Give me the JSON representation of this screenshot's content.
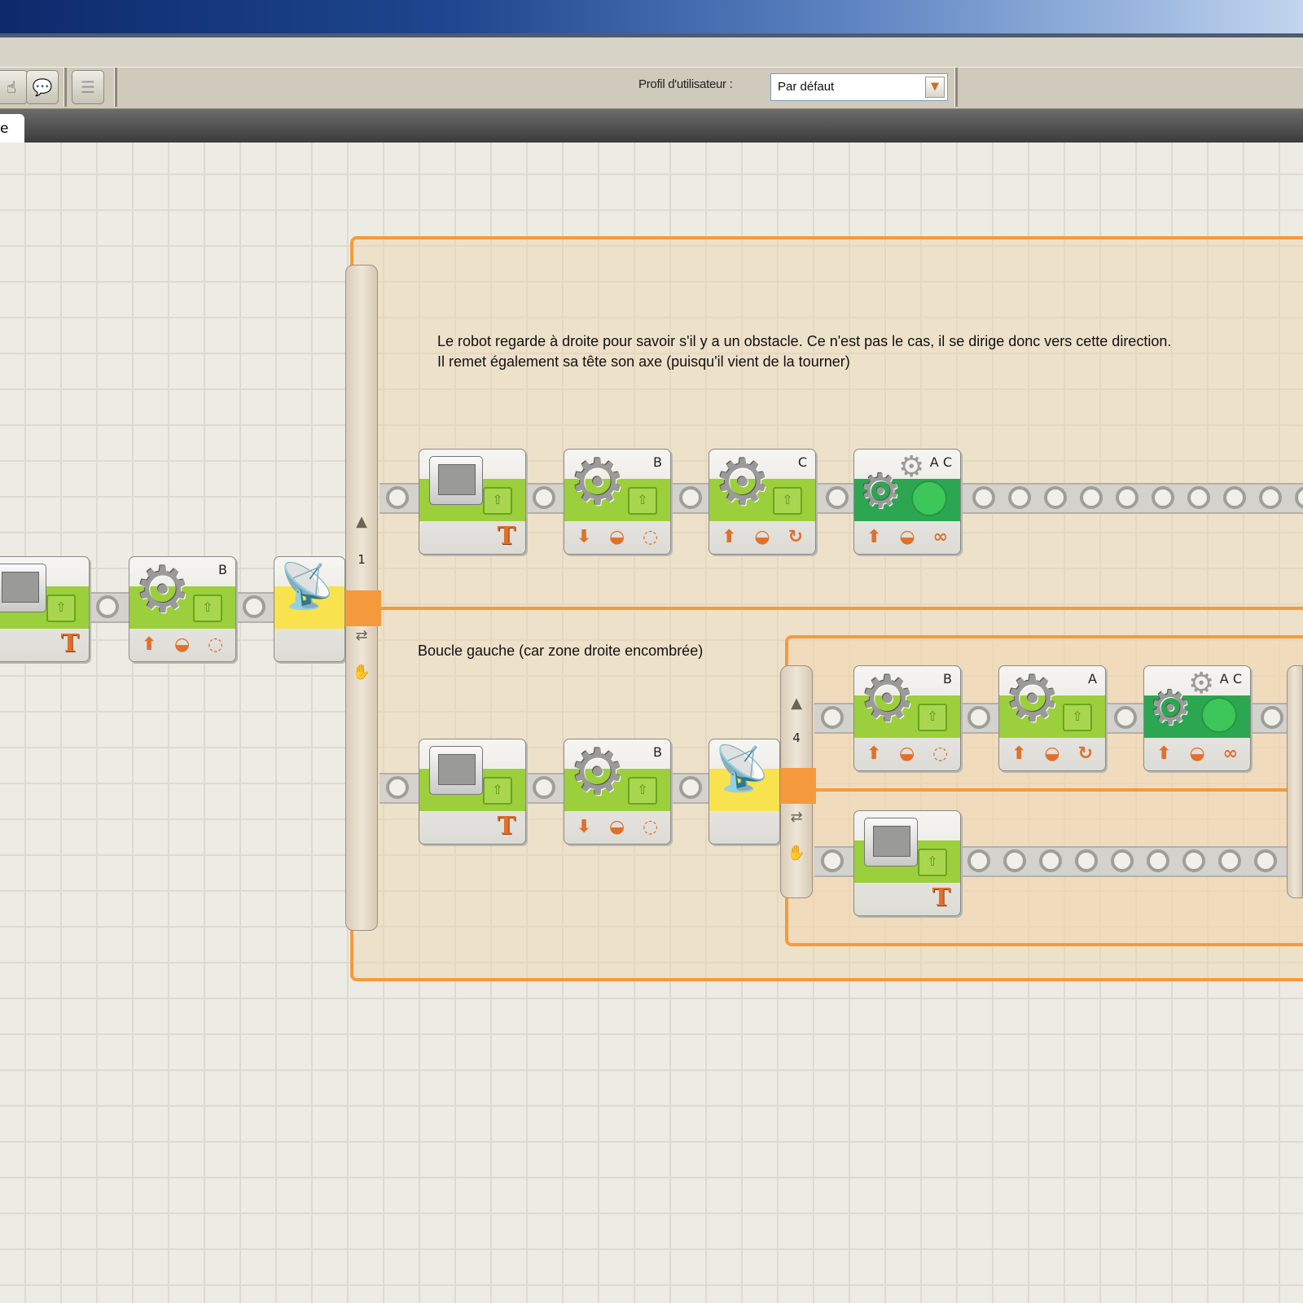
{
  "toolbar": {
    "buttons": [
      {
        "name": "pan-tool",
        "icon": "hand-icon",
        "glyph": "☝"
      },
      {
        "name": "comment-tool",
        "icon": "comment-icon",
        "glyph": "💬"
      },
      {
        "name": "custom-palette",
        "icon": "palette-icon",
        "glyph": "☰"
      }
    ],
    "profile_label": "Profil d'utilisateur :",
    "profile_value": "Par défaut"
  },
  "tab": {
    "label": "e"
  },
  "comments": {
    "switch_top": "Le robot regarde à droite pour savoir s'il y a un obstacle. Ce n'est pas le cas, il se dirige donc vers cette direction.",
    "switch_top_2": "Il remet également sa tête son axe (puisqu'il vient de la tourner)",
    "switch_bottom": "Boucle gauche (car zone droite encombrée)"
  },
  "switches": {
    "outer": {
      "number": "1"
    },
    "inner": {
      "number": "4"
    }
  },
  "blocks": {
    "main_motor_port": "B",
    "top_motor1_port": "B",
    "top_motor2_port": "C",
    "top_move_ports": "A C",
    "bottom_motor_port": "B",
    "inner_motor1_port": "B",
    "inner_motor2_port": "A",
    "inner_move_ports": "A C"
  },
  "colors": {
    "switch_orange": "#f59a3c",
    "block_green": "#9ccf3c",
    "move_green": "#2da652",
    "sensor_yellow": "#f8e24e",
    "action_orange": "#e0702a"
  }
}
